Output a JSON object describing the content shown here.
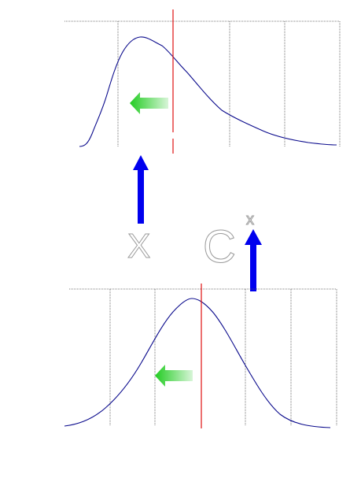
{
  "labels": {
    "variable": "X",
    "function": "C",
    "superscript": "x"
  },
  "colors": {
    "background": "#ffffff",
    "grid": "#555555",
    "curve": "#0a0a8c",
    "marker": "#e01010",
    "up_arrow": "#0000ee",
    "left_arrow_start": "#22cc22",
    "left_arrow_end": "#d8f5d8",
    "label_outline": "#9a9a9a"
  },
  "icons": {
    "up_arrow": "arrow-up",
    "left_arrow": "arrow-left"
  }
}
